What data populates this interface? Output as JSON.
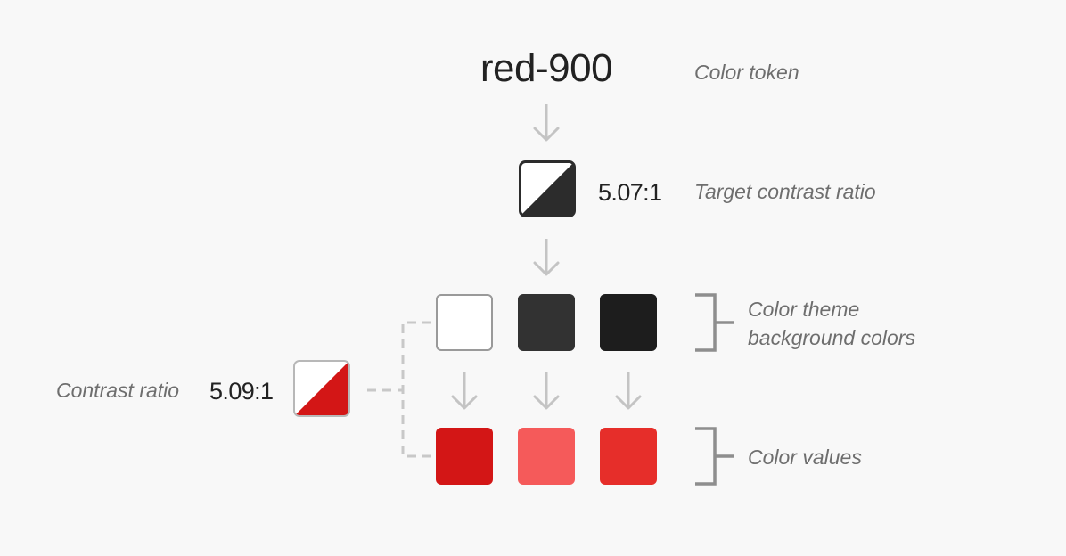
{
  "token": {
    "name": "red-900",
    "caption": "Color token"
  },
  "target": {
    "ratio": "5.07:1",
    "caption": "Target contrast ratio",
    "light": "#ffffff",
    "dark": "#2c2c2c"
  },
  "backgrounds": {
    "caption_line1": "Color theme",
    "caption_line2": "background colors",
    "colors": [
      "#ffffff",
      "#323232",
      "#1d1d1d"
    ]
  },
  "values": {
    "caption": "Color values",
    "colors": [
      "#d31616",
      "#f55a5a",
      "#e62e2a"
    ]
  },
  "contrast": {
    "caption": "Contrast ratio",
    "ratio": "5.09:1",
    "light": "#ffffff",
    "dark": "#d31616"
  },
  "colors": {
    "arrow": "#c4c4c4",
    "bracket": "#8e8e8e",
    "dashed": "#c8c8c8",
    "swatch_border": "#9a9a9a"
  }
}
